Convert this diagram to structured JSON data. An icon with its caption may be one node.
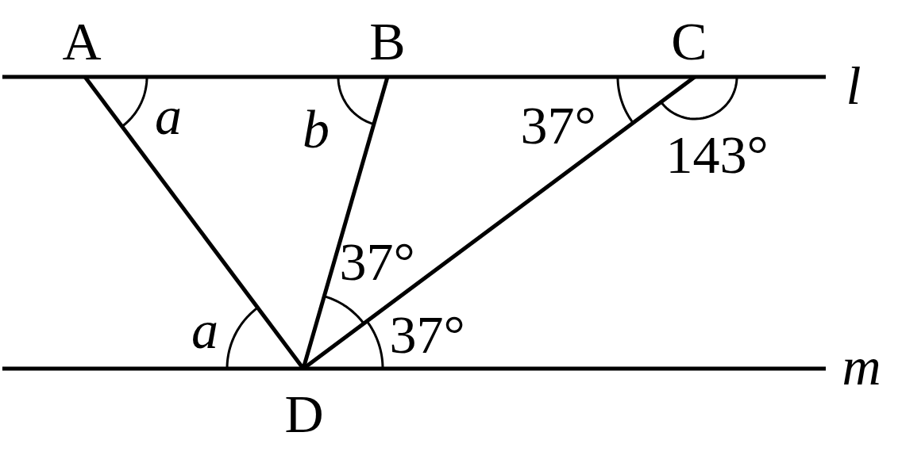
{
  "diagram": {
    "labels": [
      "A",
      "B",
      "C",
      "l",
      "a",
      "b",
      "37°",
      "143°",
      "37°",
      "a",
      "37°",
      "m",
      "D"
    ]
  }
}
